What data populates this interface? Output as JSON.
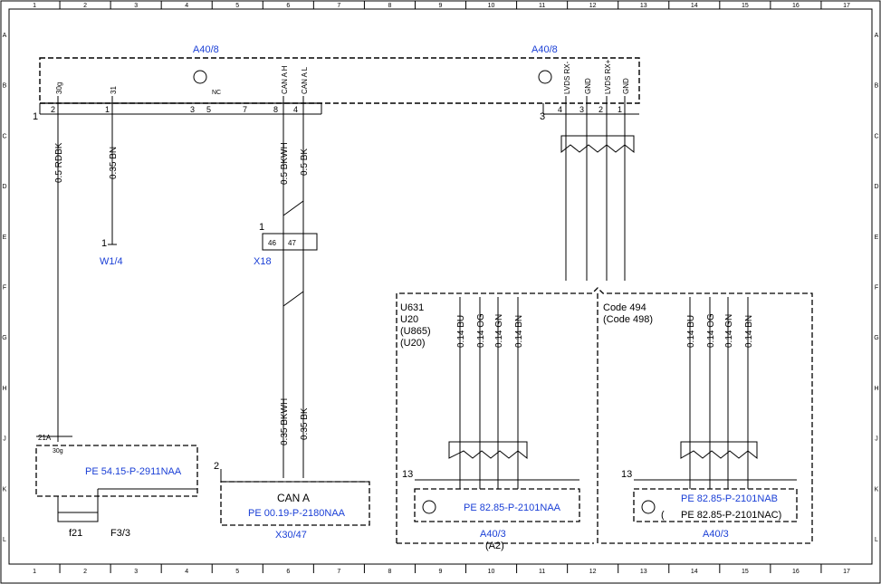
{
  "grid": {
    "columns": [
      "1",
      "2",
      "3",
      "4",
      "5",
      "6",
      "7",
      "8",
      "9",
      "10",
      "11",
      "12",
      "13",
      "14",
      "15",
      "16",
      "17"
    ],
    "rows": [
      "A",
      "B",
      "C",
      "D",
      "E",
      "F",
      "G",
      "H",
      "J",
      "K",
      "L"
    ]
  },
  "components": {
    "a40_8_left": "A40/8",
    "a40_8_right": "A40/8",
    "x18": "X18",
    "w1_4": "W1/4",
    "f3_3": "F3/3",
    "f21": "f21",
    "x30_47": "X30/47",
    "a40_3_mid": "A40/3",
    "a40_3_mid_alt": "(A2)",
    "a40_3_right": "A40/3",
    "can_a": "CAN A"
  },
  "refs": {
    "pe_54": "PE 54.15-P-2911NAA",
    "pe_00": "PE 00.19-P-2180NAA",
    "pe_82a": "PE 82.85-P-2101NAA",
    "pe_82b": "PE 82.85-P-2101NAB",
    "pe_82c": "PE 82.85-P-2101NAC)",
    "pe_82c_open": "("
  },
  "connector_pins": {
    "p30g": "30g",
    "p31": "31",
    "can_h": "CAN A H",
    "can_l": "CAN A L",
    "lvds_rx_minus": "LVDS RX-",
    "gnd1": "GND",
    "lvds_rx_plus": "LVDS RX+",
    "gnd2": "GND",
    "nc": "NC"
  },
  "wires": {
    "w1": "0.5 RDBK",
    "w2": "0.35 BN",
    "w3": "0.5 BKWH",
    "w4": "0.5 BK",
    "w5": "0.35 BKWH",
    "w6": "0.35 BK",
    "m1": "0.14 BU",
    "m2": "0.14 OG",
    "m3": "0.14 GN",
    "m4": "0.14 BN",
    "r1": "0.14 BU",
    "r2": "0.14 OG",
    "r3": "0.14 GN",
    "r4": "0.14 BN"
  },
  "codes": {
    "left_1": "U631",
    "left_2": "U20",
    "left_3": "(U865)",
    "left_4": "(U20)",
    "right_1": "Code 494",
    "right_2": "(Code 498)"
  },
  "numbers": {
    "n1": "1",
    "n2": "2",
    "n3": "3",
    "n5": "5",
    "n7": "7",
    "n8": "8",
    "n4": "4",
    "n13a": "13",
    "n13b": "13",
    "n21a": "21A",
    "n30g": "30g",
    "n46": "46",
    "n47": "47"
  },
  "colors": {
    "link": "#1a3fd6",
    "line": "#000000"
  }
}
